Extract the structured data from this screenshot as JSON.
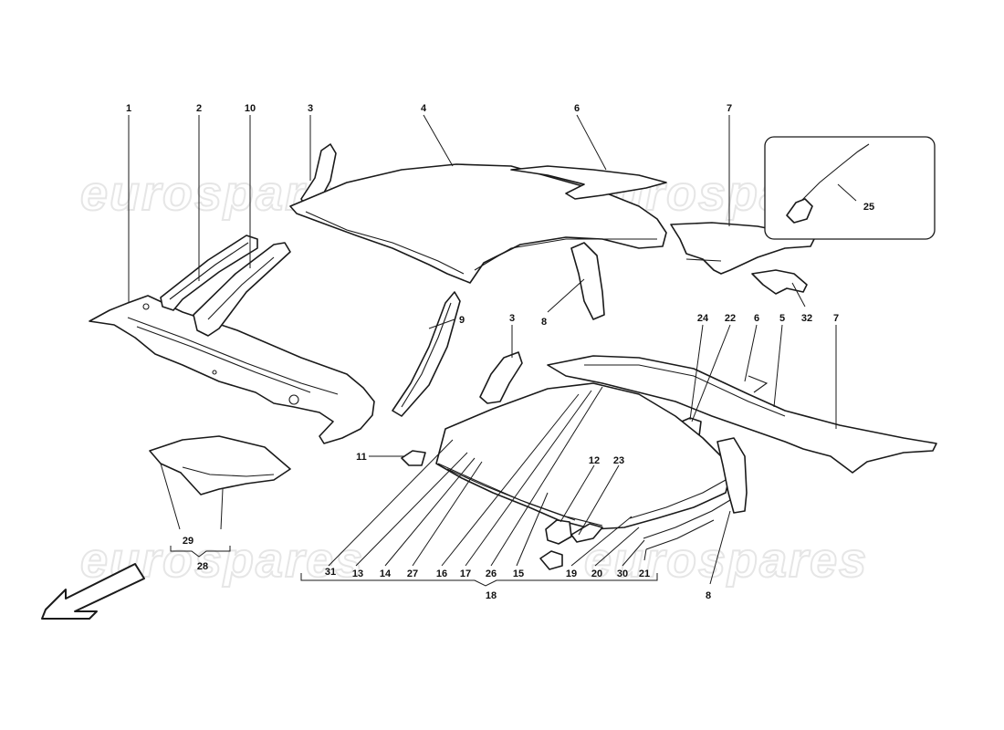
{
  "watermark": {
    "text": "eurospares"
  },
  "callouts": {
    "c1": "1",
    "c2": "2",
    "c10": "10",
    "c3a": "3",
    "c4": "4",
    "c6a": "6",
    "c7a": "7",
    "c25": "25",
    "c32": "32",
    "c8a": "8",
    "c9": "9",
    "c3b": "3",
    "c24": "24",
    "c22": "22",
    "c6b": "6",
    "c5": "5",
    "c7b": "7",
    "c11": "11",
    "c12": "12",
    "c23": "23",
    "c29": "29",
    "c28": "28",
    "c31": "31",
    "c13": "13",
    "c14": "14",
    "c27": "27",
    "c16": "16",
    "c17": "17",
    "c26": "26",
    "c15": "15",
    "c19": "19",
    "c20": "20",
    "c30": "30",
    "c21": "21",
    "c18": "18",
    "c8b": "8"
  },
  "colors": {
    "line": "#1a1a1a",
    "watermark": "#e6e6e6",
    "background": "#ffffff"
  }
}
